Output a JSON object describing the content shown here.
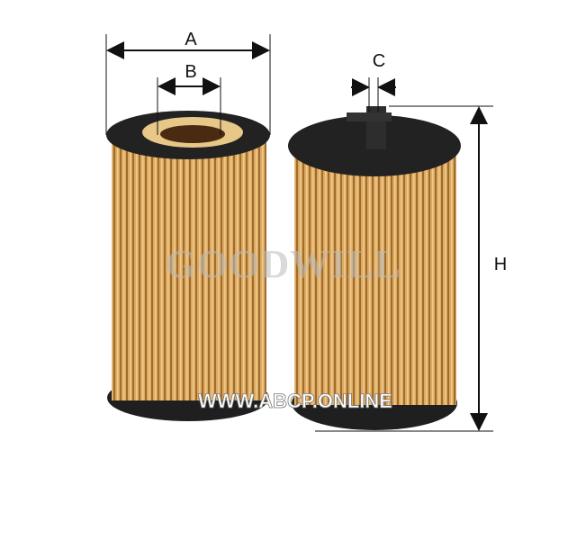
{
  "dimensions": {
    "a": "A",
    "b": "B",
    "c": "C",
    "h": "H"
  },
  "watermark": {
    "brand": "GOODWILL",
    "url": "WWW.ABCP.ONLINE"
  },
  "colors": {
    "paper": "#d9a35a",
    "pleat_dark": "#a8742f",
    "cap": "#1f1f1f"
  }
}
